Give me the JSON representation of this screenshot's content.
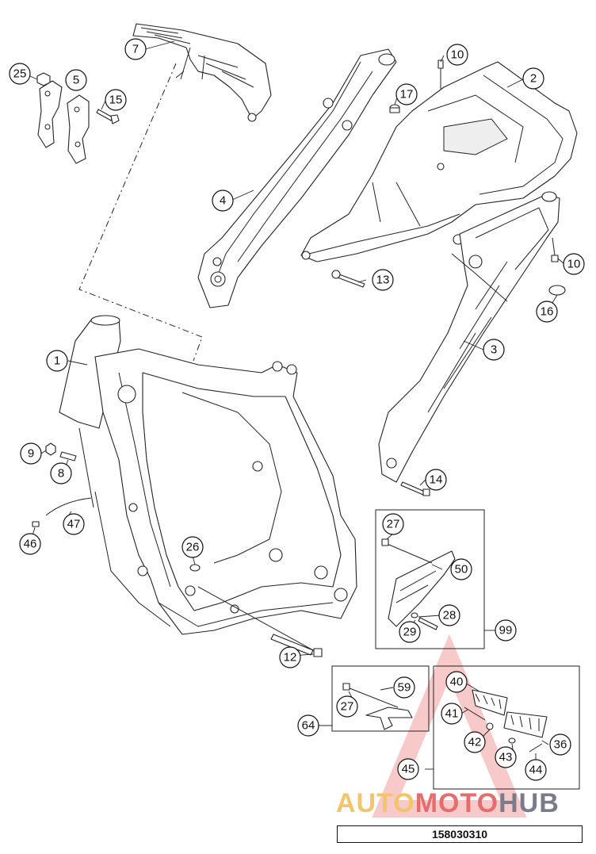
{
  "diagram": {
    "reference_number": "158030310",
    "watermark": {
      "part1": "AUTO",
      "part2": "MOTO",
      "part3": "HUB"
    },
    "callouts": [
      {
        "id": "c7",
        "label": "7"
      },
      {
        "id": "c25",
        "label": "25"
      },
      {
        "id": "c5",
        "label": "5"
      },
      {
        "id": "c15",
        "label": "15"
      },
      {
        "id": "c4",
        "label": "4"
      },
      {
        "id": "c10a",
        "label": "10"
      },
      {
        "id": "c2",
        "label": "2"
      },
      {
        "id": "c17",
        "label": "17"
      },
      {
        "id": "c13",
        "label": "13"
      },
      {
        "id": "c10b",
        "label": "10"
      },
      {
        "id": "c16",
        "label": "16"
      },
      {
        "id": "c1",
        "label": "1"
      },
      {
        "id": "c3",
        "label": "3"
      },
      {
        "id": "c9",
        "label": "9"
      },
      {
        "id": "c8",
        "label": "8"
      },
      {
        "id": "c14",
        "label": "14"
      },
      {
        "id": "c47",
        "label": "47"
      },
      {
        "id": "c46",
        "label": "46"
      },
      {
        "id": "c27a",
        "label": "27"
      },
      {
        "id": "c26",
        "label": "26"
      },
      {
        "id": "c50",
        "label": "50"
      },
      {
        "id": "c28",
        "label": "28"
      },
      {
        "id": "c29",
        "label": "29"
      },
      {
        "id": "c99",
        "label": "99"
      },
      {
        "id": "c12",
        "label": "12"
      },
      {
        "id": "c59",
        "label": "59"
      },
      {
        "id": "c40",
        "label": "40"
      },
      {
        "id": "c27b",
        "label": "27"
      },
      {
        "id": "c41",
        "label": "41"
      },
      {
        "id": "c64",
        "label": "64"
      },
      {
        "id": "c42",
        "label": "42"
      },
      {
        "id": "c36",
        "label": "36"
      },
      {
        "id": "c43",
        "label": "43"
      },
      {
        "id": "c45",
        "label": "45"
      },
      {
        "id": "c44",
        "label": "44"
      }
    ]
  }
}
